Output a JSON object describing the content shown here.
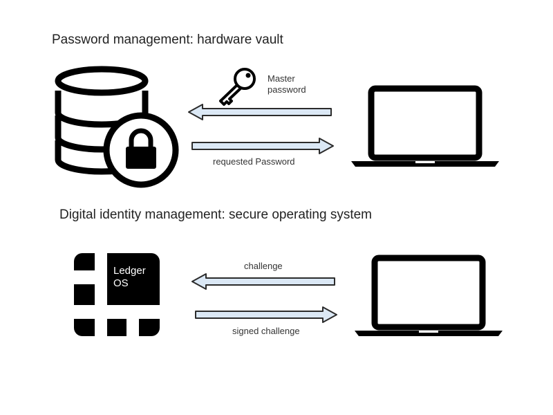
{
  "sections": [
    {
      "title": "Password management: hardware vault",
      "device_icon": "database-lock-icon",
      "key_icon": "key-icon",
      "key_label_line1": "Master",
      "key_label_line2": "password",
      "arrow_left_label": "",
      "arrow_right_label": "requested Password",
      "client_icon": "laptop-icon"
    },
    {
      "title": "Digital identity management: secure operating system",
      "device_icon": "ledger-os-icon",
      "device_label_line1": "Ledger",
      "device_label_line2": "OS",
      "arrow_left_label": "challenge",
      "arrow_right_label": "signed challenge",
      "client_icon": "laptop-icon"
    }
  ],
  "colors": {
    "arrow_fill": "#dbe8f5",
    "arrow_stroke": "#2b2b2b",
    "icon": "#000000"
  }
}
